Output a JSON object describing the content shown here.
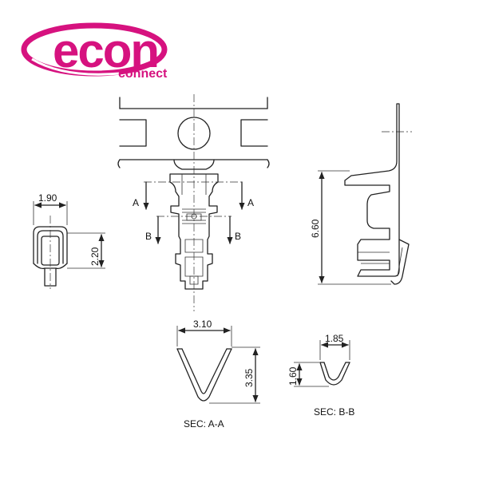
{
  "logo": {
    "word": "econ",
    "tagline": "connect",
    "color": "#d6127f"
  },
  "dimensions": {
    "width_left": "1.90",
    "height_left": "2.20",
    "height_right": "6.60",
    "width_sec_a": "3.10",
    "height_sec_a": "3.35",
    "width_sec_b": "1.85",
    "height_sec_b": "1.60"
  },
  "section_markers": {
    "a_left": "A",
    "a_right": "A",
    "b_left": "B",
    "b_right": "B"
  },
  "captions": {
    "sec_a": "SEC: A-A",
    "sec_b": "SEC: B-B"
  }
}
